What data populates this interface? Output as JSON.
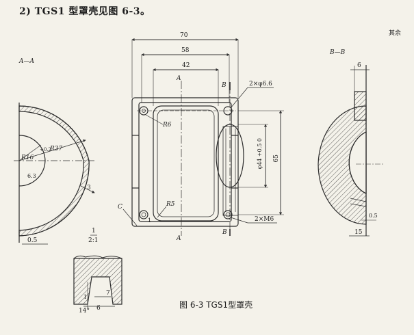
{
  "header": {
    "text": "2) TGS1 型罩壳见图 6-3。"
  },
  "corner_mark": "其余",
  "caption": "图 6-3  TGS1型罩壳",
  "views": {
    "aa": {
      "title": "A—A",
      "r16": "R16",
      "tol": "+0.2",
      "r37": "R37",
      "chamfer": "6.3",
      "thick": "3",
      "gap": "0.5"
    },
    "detail": {
      "scale_top": "1",
      "scale_bottom": "2:1",
      "dim_7": "7",
      "dim_6": "6",
      "angle": "14°",
      "mark": "1"
    },
    "front": {
      "dim_70": "70",
      "dim_58": "58",
      "dim_42": "42",
      "holes": "2×φ6.6",
      "dia": "φ44 +0.5 0",
      "dim_65": "65",
      "r6": "R6",
      "r5": "R5",
      "c": "C",
      "threads": "2×M6",
      "a_top": "A",
      "a_bottom": "A",
      "b_top": "B",
      "b_bottom": "B",
      "mark": "1"
    },
    "bb": {
      "title": "B—B",
      "dim_6": "6",
      "dim_05": "0.5",
      "dim_15": "15"
    }
  }
}
